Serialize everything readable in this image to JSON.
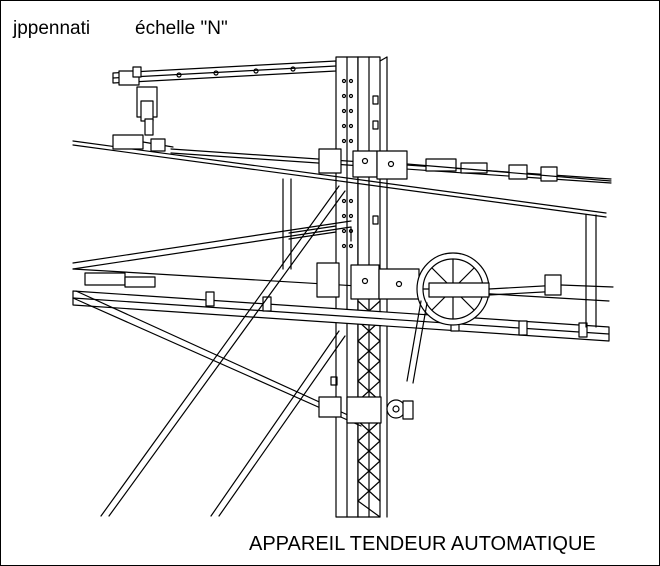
{
  "header": {
    "author": "jppennati",
    "scale_label": "échelle \"N\""
  },
  "caption": "APPAREIL TENDEUR AUTOMATIQUE",
  "colors": {
    "line": "#000000",
    "background": "#ffffff"
  },
  "icons": {
    "tension-wheel": "pulley-wheel-icon"
  }
}
